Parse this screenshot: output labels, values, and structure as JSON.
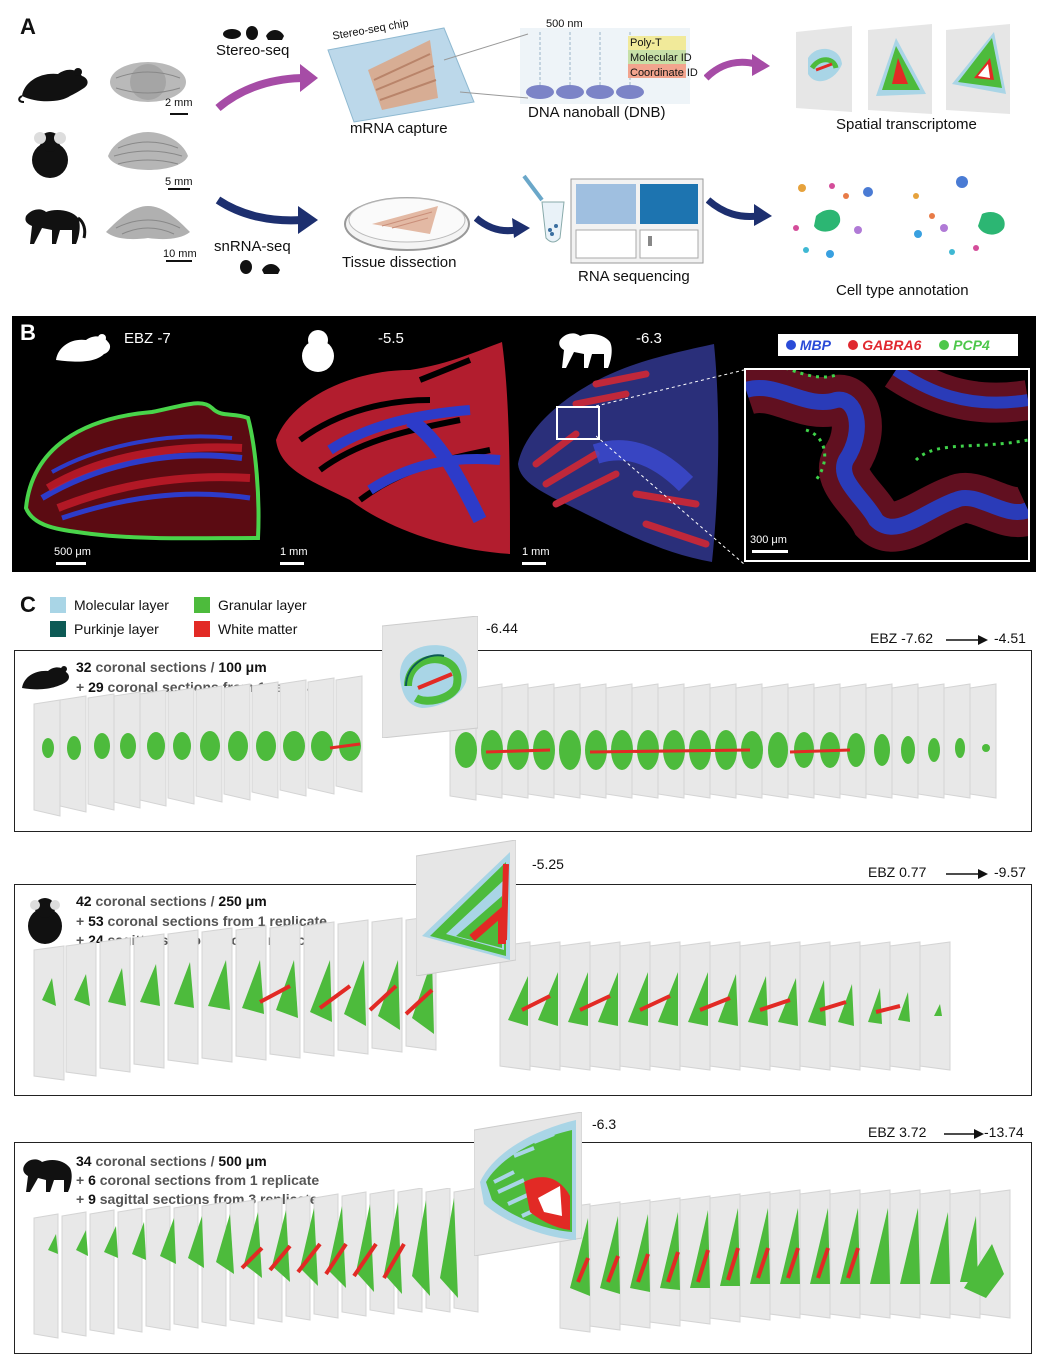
{
  "panels": {
    "a": "A",
    "b": "B",
    "c": "C"
  },
  "panelA": {
    "scale_mouse": "2 mm",
    "scale_marmoset": "5 mm",
    "scale_macaque": "10 mm",
    "stereo_seq": "Stereo-seq",
    "stereo_chip": "Stereo-seq chip",
    "mrna_capture": "mRNA capture",
    "nm": "500 nm",
    "poly_t": "Poly-T",
    "molecular_id": "Molecular ID",
    "coordinate_id": "Coordinate ID",
    "dnb": "DNA nanoball (DNB)",
    "spatial": "Spatial transcriptome",
    "snrna": "snRNA-seq",
    "tissue": "Tissue dissection",
    "rna_seq": "RNA sequencing",
    "celltype": "Cell type annotation",
    "colors": {
      "purple_arrow": "#a64ca6",
      "navy_arrow": "#1d2f6f",
      "chip": "#bcd8ea"
    }
  },
  "panelB": {
    "ebz_mouse": "EBZ  -7",
    "ebz_marmoset": "-5.5",
    "ebz_macaque": "-6.3",
    "scale_mouse": "500 μm",
    "scale_marmoset": "1 mm",
    "scale_macaque": "1 mm",
    "scale_inset": "300 μm",
    "genes": [
      "MBP",
      "GABRA6",
      "PCP4"
    ],
    "gene_colors": [
      "#2a4bd7",
      "#e0282f",
      "#4dc74a"
    ]
  },
  "panelC": {
    "legend": [
      {
        "label": "Molecular layer",
        "color": "#a9d5e6"
      },
      {
        "label": "Granular layer",
        "color": "#4dbb3c"
      },
      {
        "label": "Purkinje layer",
        "color": "#0d5a55"
      },
      {
        "label": "White matter",
        "color": "#e22a25"
      }
    ],
    "mouse": {
      "highlight_ebz": "-6.44",
      "ebz_from": "EBZ -7.62",
      "ebz_to": "-4.51",
      "line1_n": "32",
      "line1_t": " coronal sections / ",
      "line1_d": "100 μm",
      "line2_p": "+ ",
      "line2_n": "29",
      "line2_t": " coronal sections from 1 replicate"
    },
    "marmoset": {
      "highlight_ebz": "-5.25",
      "ebz_from": "EBZ 0.77",
      "ebz_to": "-9.57",
      "line1_n": "42",
      "line1_t": " coronal sections / ",
      "line1_d": "250 μm",
      "line2_p": "+ ",
      "line2_n": "53",
      "line2_t": " coronal sections from 1 replicate",
      "line3_p": "+ ",
      "line3_n": "24",
      "line3_t": " sagittal sections from 1 replicate"
    },
    "macaque": {
      "highlight_ebz": "-6.3",
      "ebz_from": "EBZ 3.72",
      "ebz_to": "-13.74",
      "line1_n": "34",
      "line1_t": " coronal sections / ",
      "line1_d": "500 μm",
      "line2_p": "+ ",
      "line2_n": "6",
      "line2_t": " coronal sections from 1 replicate",
      "line3_p": "+ ",
      "line3_n": "9",
      "line3_t": " sagittal sections from 3 replicates"
    }
  }
}
